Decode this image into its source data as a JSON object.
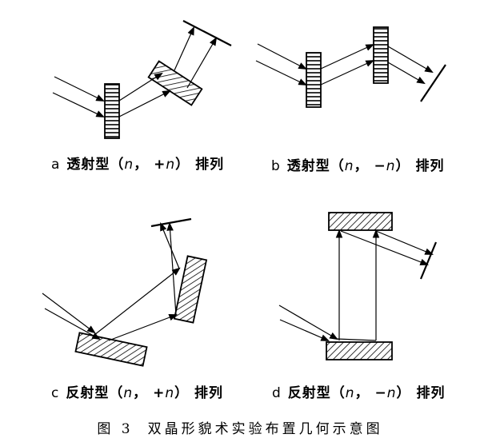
{
  "panels": [
    {
      "letter": "a",
      "type": "透射型",
      "sign": "+",
      "label": "排列"
    },
    {
      "letter": "b",
      "type": "透射型",
      "sign": "−",
      "label": "排列"
    },
    {
      "letter": "c",
      "type": "反射型",
      "sign": "+",
      "label": "排列"
    },
    {
      "letter": "d",
      "type": "反射型",
      "sign": "−",
      "label": "排列"
    }
  ],
  "figure": {
    "number": "图 3",
    "title": "双晶形貌术实验布置几何示意图"
  }
}
